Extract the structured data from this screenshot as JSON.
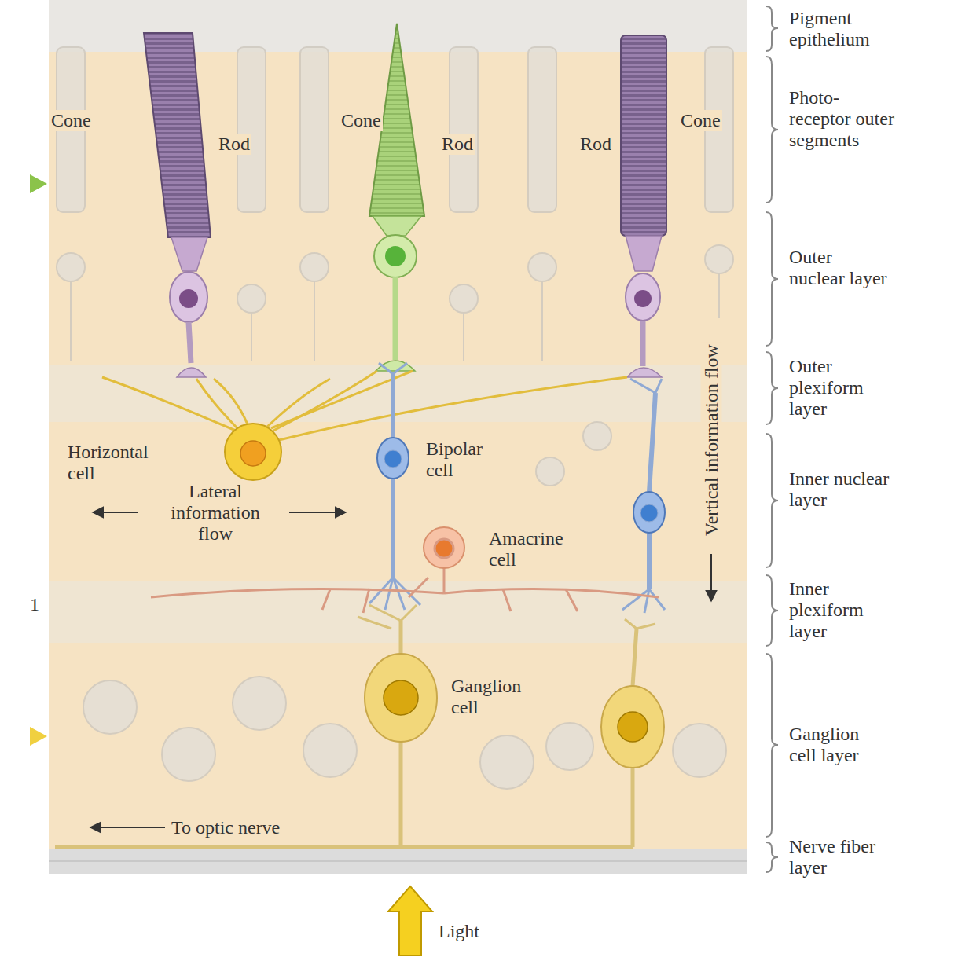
{
  "diagram": {
    "labels": [
      "Pigment epithelium",
      "Cone",
      "Rod",
      "Cone",
      "Rod",
      "Rod",
      "Cone",
      "Photo-receptor outer segments",
      "Outer nuclear layer",
      "Outer plexiform layer",
      "Horizontal cell",
      "Bipolar cell",
      "Inner nuclear layer",
      "Lateral information flow",
      "Vertical information flow",
      "Amacrine cell",
      "Inner plexiform layer",
      "1",
      "Ganglion cell",
      "Ganglion cell layer",
      "To optic nerve",
      "Nerve fiber layer",
      "Light"
    ]
  }
}
